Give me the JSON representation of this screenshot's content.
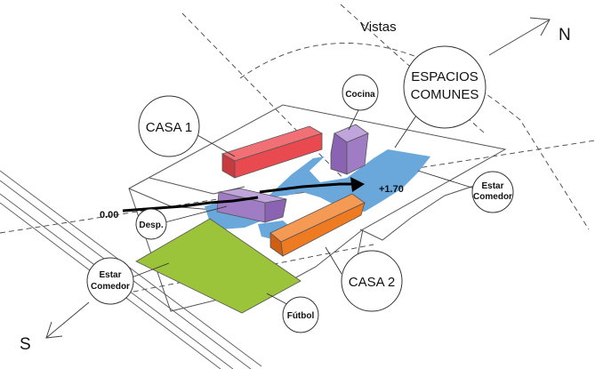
{
  "diagram": {
    "compass": {
      "north": "N",
      "south": "S"
    },
    "view_label": "Vistas",
    "levels": {
      "entry": "0.00",
      "upper": "+1.70"
    },
    "bubbles": {
      "espacios_line1": "ESPACIOS",
      "espacios_line2": "COMUNES",
      "cocina": "Cocina",
      "casa1": "CASA 1",
      "casa2": "CASA 2",
      "estar_comedor_right_line1": "Estar",
      "estar_comedor_right_line2": "Comedor",
      "estar_comedor_left_line1": "Estar",
      "estar_comedor_left_line2": "Comedor",
      "desp": "Desp.",
      "futbol": "Fútbol"
    },
    "colors": {
      "casa1": "#e84a4f",
      "casa2": "#ee7a22",
      "common": "#a07cc4",
      "water": "#6aa8dc",
      "field": "#9bc43a"
    }
  }
}
